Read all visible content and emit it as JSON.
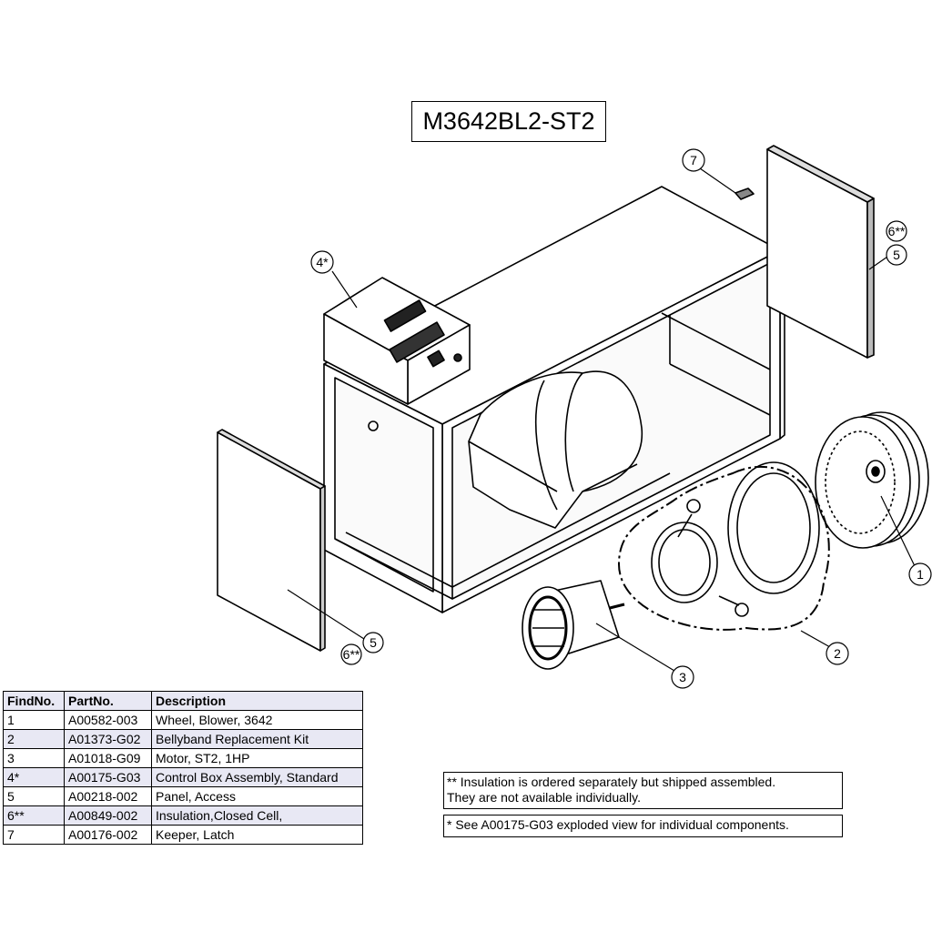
{
  "title": "M3642BL2-ST2",
  "callouts": {
    "c1": "1",
    "c2": "2",
    "c3": "3",
    "c4": "4*",
    "c5a": "5",
    "c5b": "5",
    "c6a": "6**",
    "c6b": "6**",
    "c7": "7"
  },
  "table": {
    "headers": [
      "FindNo.",
      "PartNo.",
      "Description"
    ],
    "rows": [
      [
        "1",
        "A00582-003",
        "Wheel, Blower, 3642"
      ],
      [
        "2",
        "A01373-G02",
        "Bellyband Replacement Kit"
      ],
      [
        "3",
        "A01018-G09",
        "Motor, ST2, 1HP"
      ],
      [
        "4*",
        "A00175-G03",
        "Control Box Assembly, Standard"
      ],
      [
        "5",
        "A00218-002",
        "Panel, Access"
      ],
      [
        "6**",
        "A00849-002",
        "Insulation,Closed Cell,"
      ],
      [
        "7",
        "A00176-002",
        "Keeper, Latch"
      ]
    ]
  },
  "notes": {
    "insulation_line1": "** Insulation is ordered separately but shipped assembled.",
    "insulation_line2": "They are not available individually.",
    "control_box": "* See A00175-G03 exploded view for individual components."
  }
}
